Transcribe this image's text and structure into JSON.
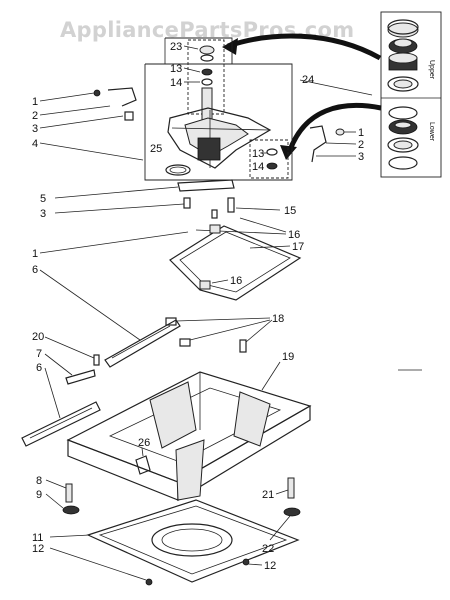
{
  "watermark": "AppliancePartsPros.com",
  "ring_labels": {
    "upper": "Upper",
    "lower": "Lower"
  },
  "callouts": [
    {
      "id": "c1a",
      "text": "1"
    },
    {
      "id": "c2a",
      "text": "2"
    },
    {
      "id": "c3a",
      "text": "3"
    },
    {
      "id": "c4",
      "text": "4"
    },
    {
      "id": "c25",
      "text": "25"
    },
    {
      "id": "c23",
      "text": "23"
    },
    {
      "id": "c13a",
      "text": "13"
    },
    {
      "id": "c14a",
      "text": "14"
    },
    {
      "id": "c24",
      "text": "24"
    },
    {
      "id": "c1b",
      "text": "1"
    },
    {
      "id": "c2b",
      "text": "2"
    },
    {
      "id": "c3b",
      "text": "3"
    },
    {
      "id": "c13b",
      "text": "13"
    },
    {
      "id": "c14b",
      "text": "14"
    },
    {
      "id": "c5",
      "text": "5"
    },
    {
      "id": "c3c",
      "text": "3"
    },
    {
      "id": "c15",
      "text": "15"
    },
    {
      "id": "c16a",
      "text": "16"
    },
    {
      "id": "c1c",
      "text": "1"
    },
    {
      "id": "c17",
      "text": "17"
    },
    {
      "id": "c6a",
      "text": "6"
    },
    {
      "id": "c16b",
      "text": "16"
    },
    {
      "id": "c18",
      "text": "18"
    },
    {
      "id": "c20",
      "text": "20"
    },
    {
      "id": "c7",
      "text": "7"
    },
    {
      "id": "c6b",
      "text": "6"
    },
    {
      "id": "c19",
      "text": "19"
    },
    {
      "id": "c26",
      "text": "26"
    },
    {
      "id": "c8",
      "text": "8"
    },
    {
      "id": "c9",
      "text": "9"
    },
    {
      "id": "c21",
      "text": "21"
    },
    {
      "id": "c11",
      "text": "11"
    },
    {
      "id": "c12a",
      "text": "12"
    },
    {
      "id": "c22",
      "text": "22"
    },
    {
      "id": "c12b",
      "text": "12"
    }
  ]
}
